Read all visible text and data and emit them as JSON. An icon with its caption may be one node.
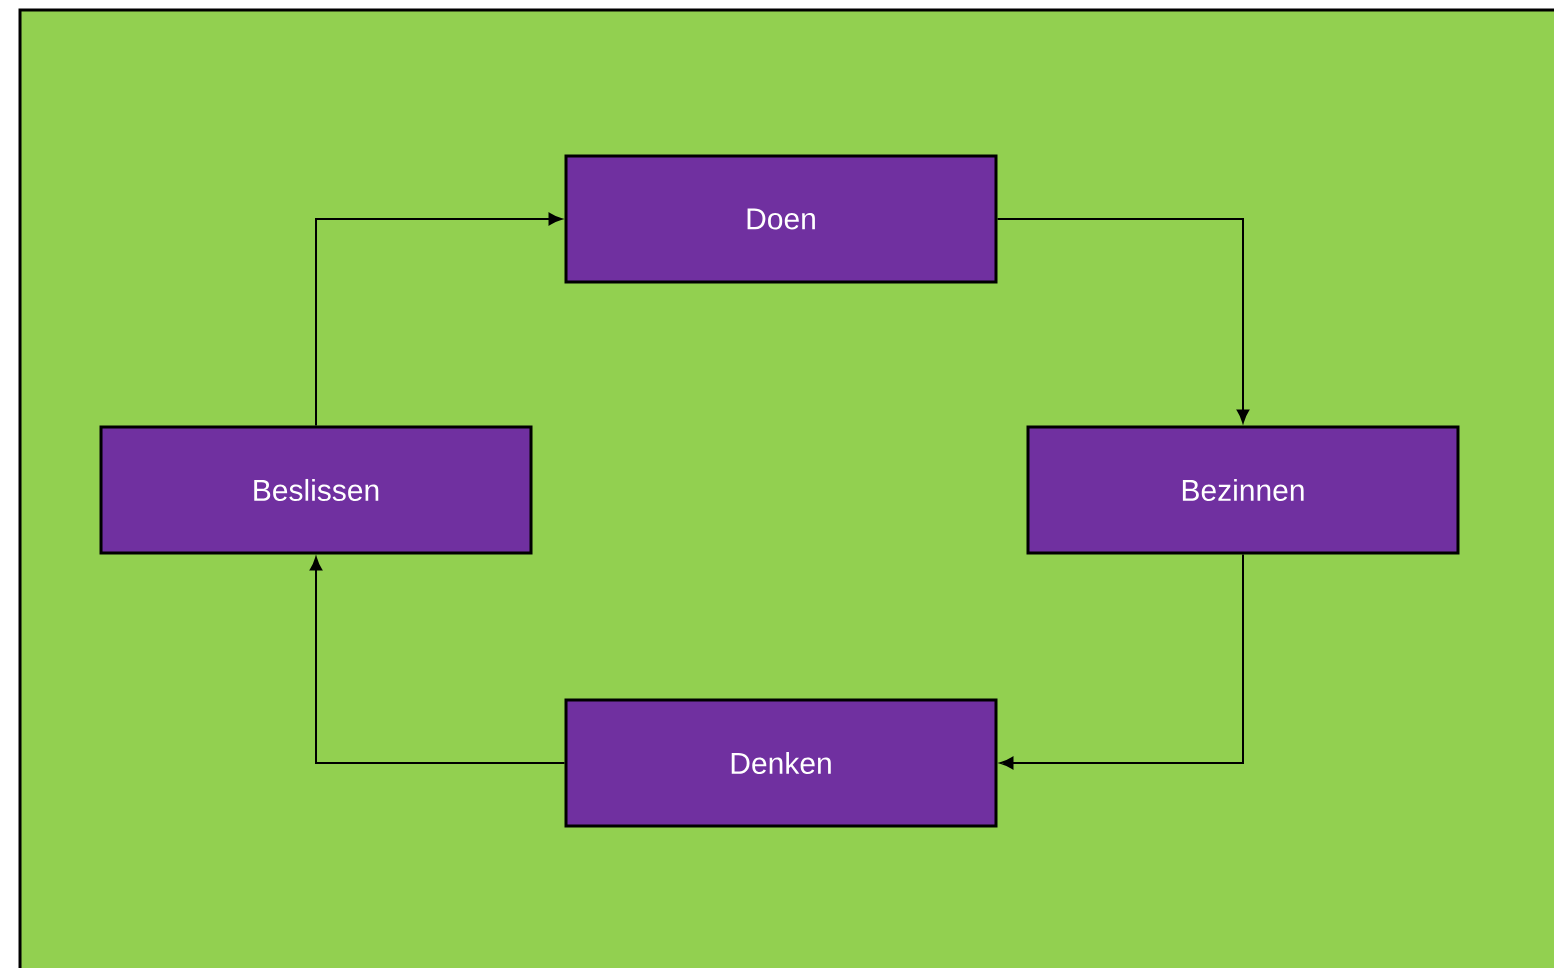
{
  "diagram": {
    "nodes": [
      {
        "text": [
          "Doen"
        ]
      },
      {
        "text": [
          "Bezinnen"
        ]
      },
      {
        "text": [
          "Denken"
        ]
      },
      {
        "text": [
          "Beslissen"
        ]
      }
    ],
    "edges": [
      {
        "from": 0,
        "to": 1,
        "arrow": "to"
      },
      {
        "from": 1,
        "to": 2,
        "arrow": "to"
      },
      {
        "from": 2,
        "to": 3,
        "arrow": "to"
      },
      {
        "from": 3,
        "to": 0,
        "arrow": "to"
      }
    ]
  }
}
